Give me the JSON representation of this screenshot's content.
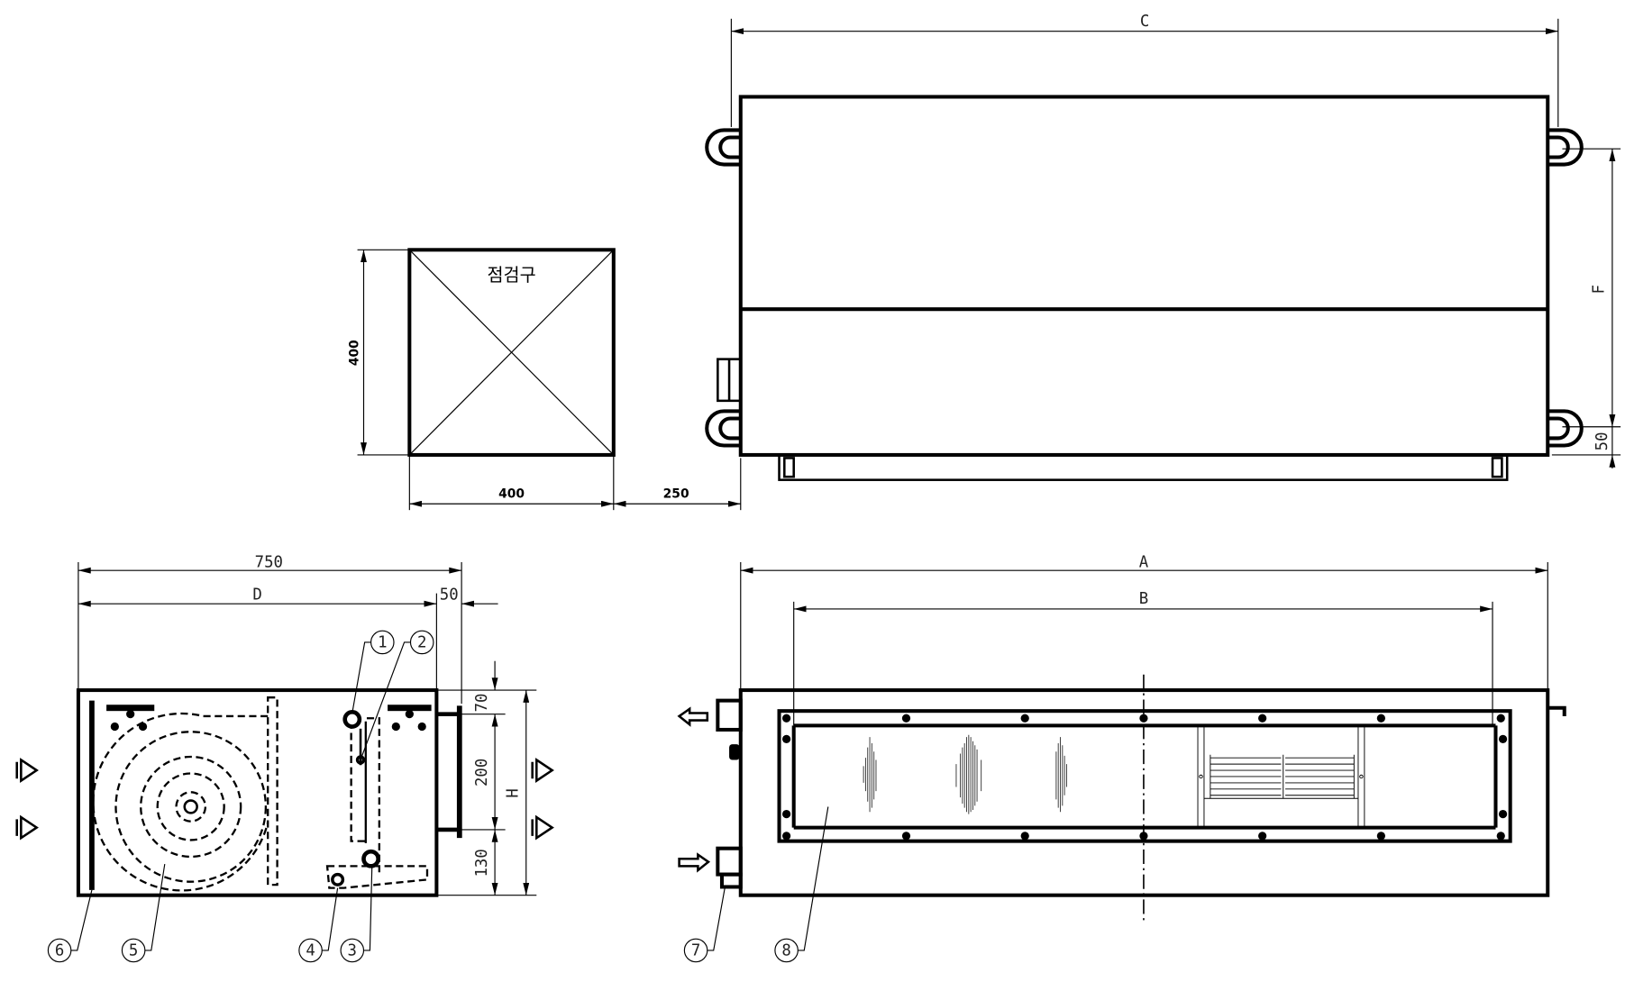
{
  "title": "Duct fan coil unit dimension drawing",
  "top_view": {
    "dim_c": "C",
    "dim_f": "F",
    "dim_50": "50"
  },
  "inspection_hatch": {
    "label": "점검구",
    "height": "400",
    "width": "400",
    "offset": "250"
  },
  "side_view": {
    "dim_750": "750",
    "dim_d": "D",
    "dim_50": "50",
    "dim_70": "70",
    "dim_200": "200",
    "dim_130": "130",
    "dim_h": "H"
  },
  "front_view": {
    "dim_a": "A",
    "dim_b": "B"
  },
  "callouts": [
    "1",
    "2",
    "3",
    "4",
    "5",
    "6",
    "7",
    "8"
  ]
}
